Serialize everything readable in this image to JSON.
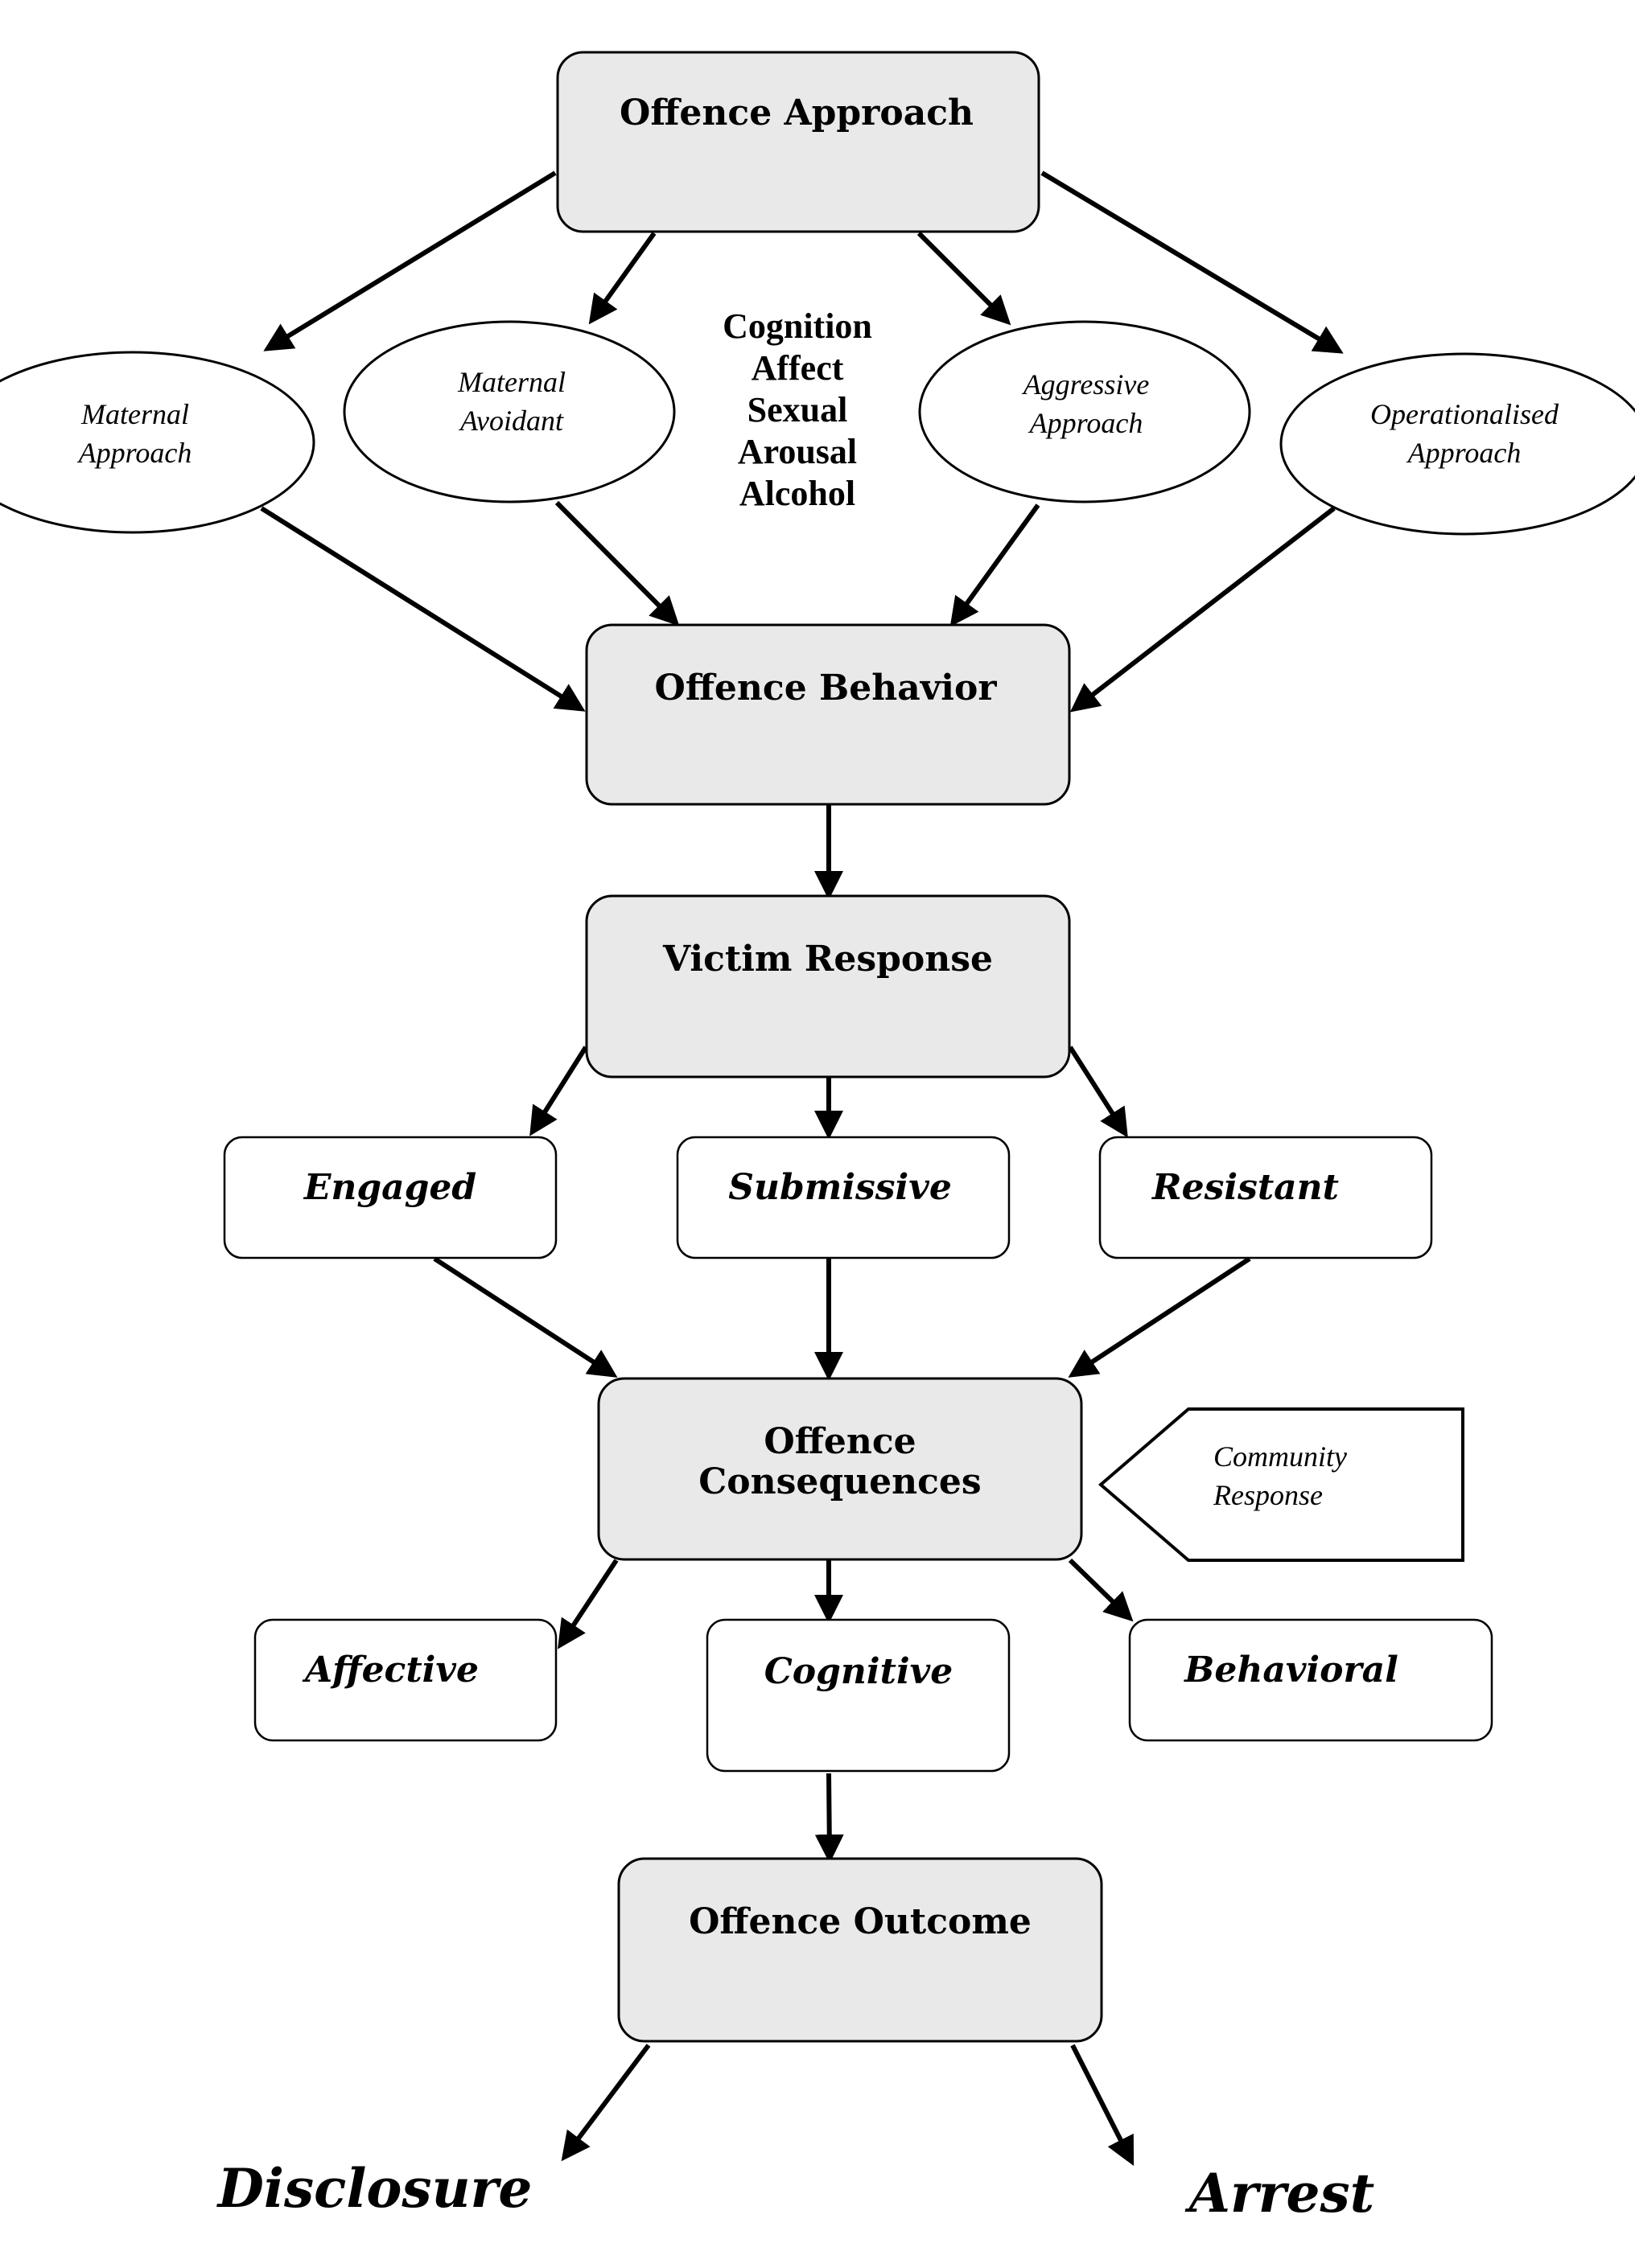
{
  "nodes": {
    "offence_approach": "Offence Approach",
    "maternal_approach": [
      "Maternal",
      "Approach"
    ],
    "maternal_avoidant": [
      "Maternal",
      "Avoidant"
    ],
    "aggressive_approach": [
      "Aggressive",
      "Approach"
    ],
    "operationalised_approach": [
      "Operationalised",
      "Approach"
    ],
    "factors": [
      "Cognition",
      "Affect",
      "Sexual",
      "Arousal",
      "Alcohol"
    ],
    "offence_behavior": "Offence Behavior",
    "victim_response": "Victim Response",
    "engaged": "Engaged",
    "submissive": "Submissive",
    "resistant": "Resistant",
    "offence_consequences": [
      "Offence",
      "Consequences"
    ],
    "community_response": [
      "Community",
      "Response"
    ],
    "affective": "Affective",
    "cognitive": "Cognitive",
    "behavioral": "Behavioral",
    "offence_outcome": "Offence Outcome",
    "disclosure": "Disclosure",
    "arrest": "Arrest"
  }
}
